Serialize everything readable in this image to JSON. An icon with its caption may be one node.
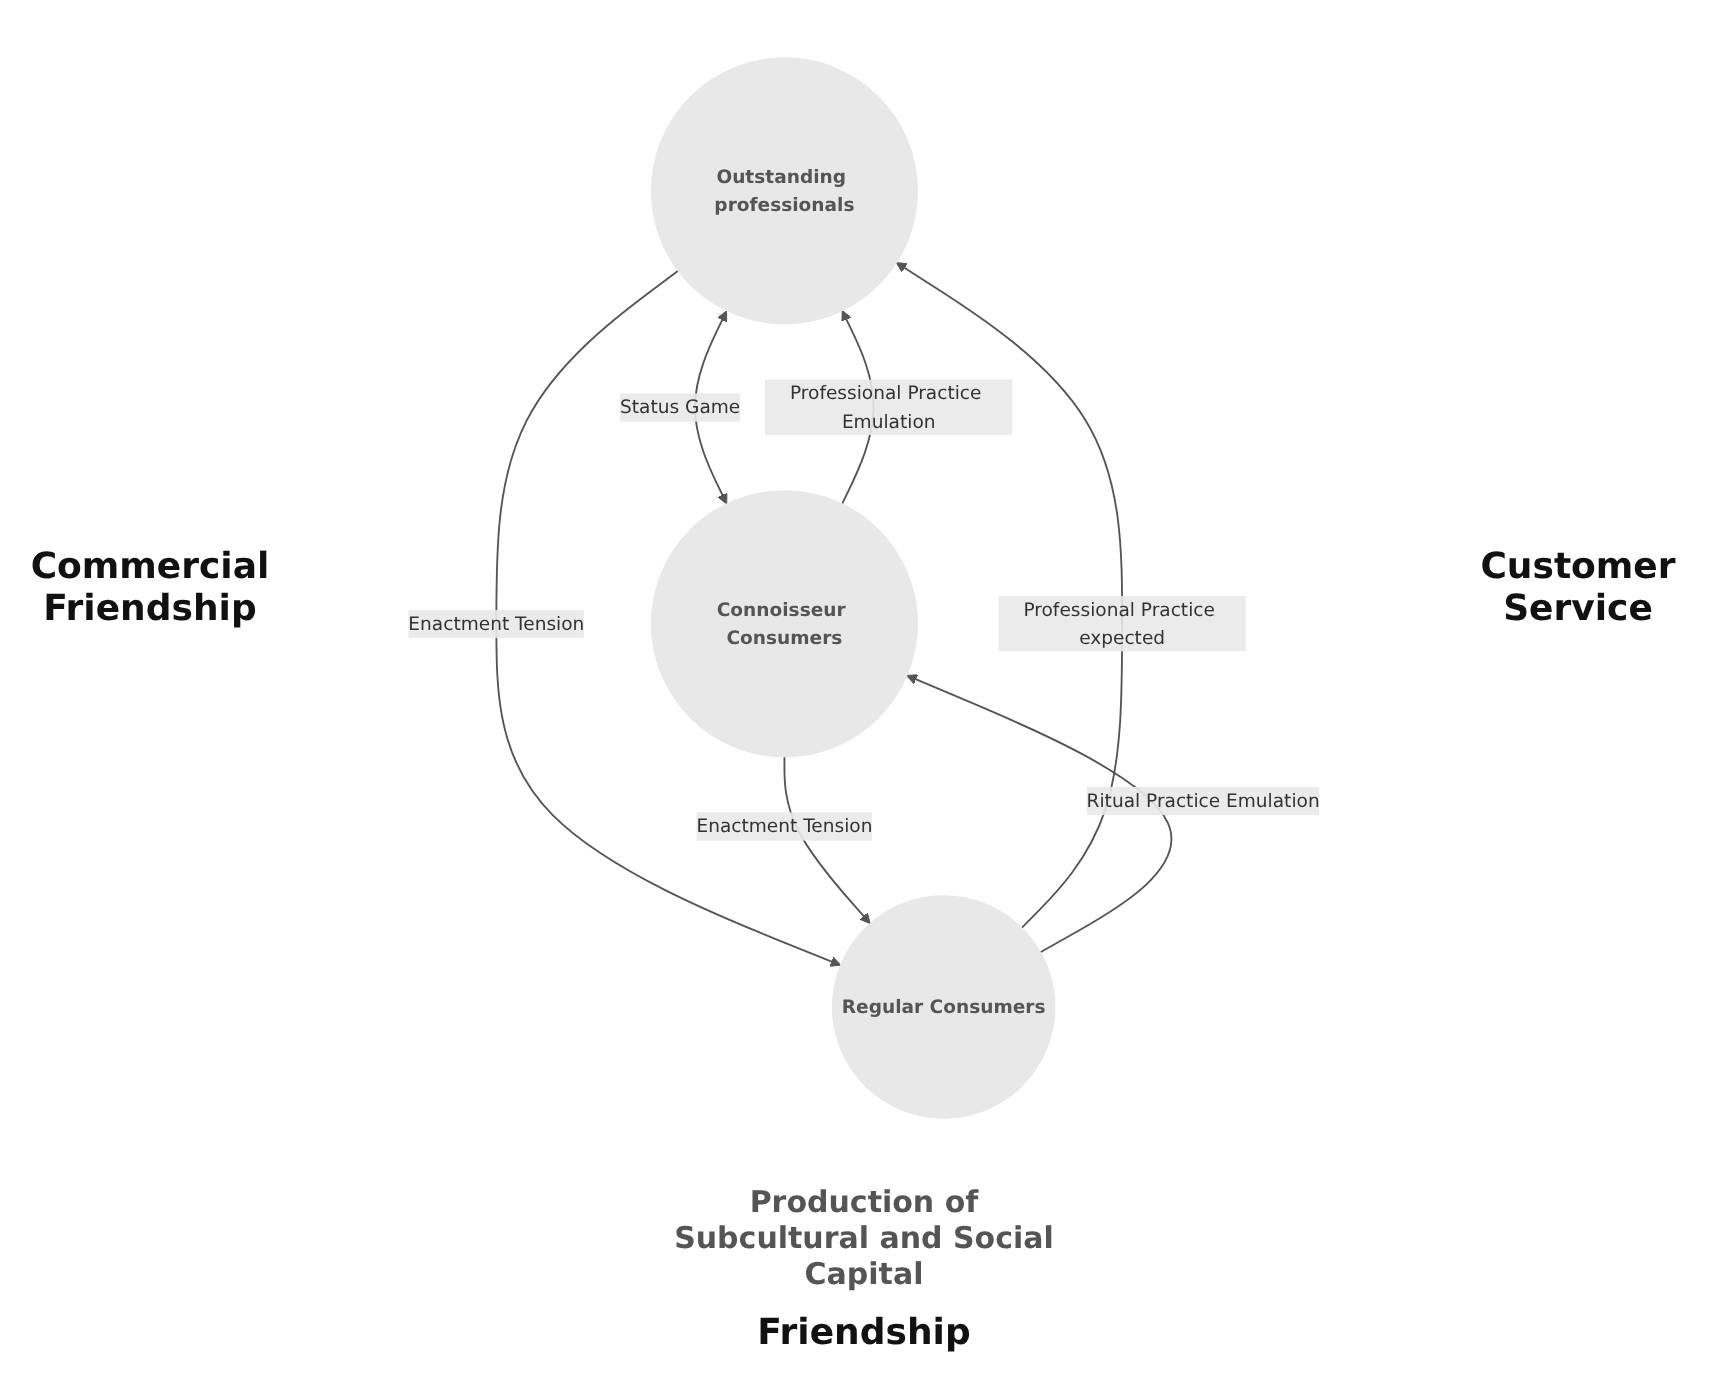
{
  "diagram": {
    "nodes": [
      {
        "text": [
          "Outstanding professionals"
        ]
      },
      {
        "text": [
          "Connoisseur Consumers"
        ]
      },
      {
        "text": [
          "Regular Consumers"
        ]
      }
    ],
    "edges": [
      {
        "from": 0,
        "to": 1,
        "arrow": "both",
        "label": "Status Game"
      },
      {
        "from": 1,
        "to": 0,
        "arrow": "to",
        "label": "Professional Practice Emulation"
      },
      {
        "from": 0,
        "to": 2,
        "arrow": "to",
        "label": "Enactment Tension"
      },
      {
        "from": 2,
        "to": 0,
        "arrow": "to",
        "label": "Professional Practice expected"
      },
      {
        "from": 2,
        "to": 1,
        "arrow": "to",
        "label": "Ritual Practice Emulation"
      },
      {
        "from": 1,
        "to": 2,
        "arrow": "to",
        "label": "Enactment Tension"
      }
    ],
    "labels": [
      "Commercial Friendship",
      "Customer Service",
      "Production of Subcultural and Social Capital",
      "Friendship"
    ]
  }
}
